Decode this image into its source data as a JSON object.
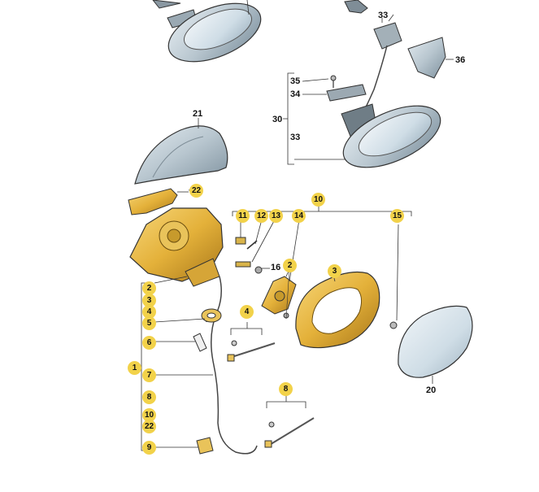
{
  "labels": {
    "l33": "33",
    "l36": "36",
    "l35": "35",
    "l34": "34",
    "l30": "30",
    "l33b": "33",
    "l21": "21",
    "l22a": "22",
    "l10": "10",
    "l11": "11",
    "l12": "12",
    "l13": "13",
    "l14": "14",
    "l15": "15",
    "l16": "16",
    "l2a": "2",
    "l3a": "3",
    "l2": "2",
    "l3": "3",
    "l4": "4",
    "l5": "5",
    "l6": "6",
    "l1": "1",
    "l7": "7",
    "l8": "8",
    "l10b": "10",
    "l22b": "22",
    "l9": "9",
    "l4b": "4",
    "l8b": "8",
    "l20": "20"
  },
  "colors": {
    "part_gold": "#e8b83a",
    "part_gold_dark": "#b98a1e",
    "housing_grey": "#bcc8d0",
    "glass_blue": "#cfdde6",
    "badge_yellow": "#f2d24a",
    "line": "#333333"
  }
}
